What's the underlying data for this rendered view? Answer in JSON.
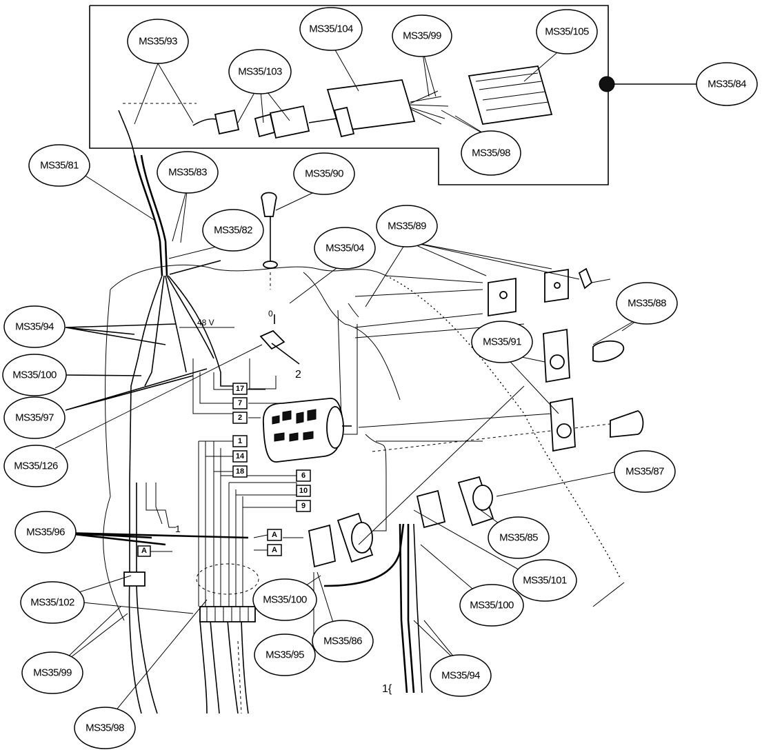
{
  "callouts": {
    "ms35_93": "MS35/93",
    "ms35_103": "MS35/103",
    "ms35_104": "MS35/104",
    "ms35_99_top": "MS35/99",
    "ms35_105": "MS35/105",
    "ms35_84": "MS35/84",
    "ms35_98_top": "MS35/98",
    "ms35_81": "MS35/81",
    "ms35_83": "MS35/83",
    "ms35_90": "MS35/90",
    "ms35_82": "MS35/82",
    "ms35_89": "MS35/89",
    "ms35_04": "MS35/04",
    "ms35_88": "MS35/88",
    "ms35_91": "MS35/91",
    "ms35_94_left": "MS35/94",
    "ms35_100_left": "MS35/100",
    "ms35_97": "MS35/97",
    "ms35_126": "MS35/126",
    "ms35_87": "MS35/87",
    "ms35_96": "MS35/96",
    "ms35_85": "MS35/85",
    "ms35_101": "MS35/101",
    "ms35_102": "MS35/102",
    "ms35_100_mid": "MS35/100",
    "ms35_100_right": "MS35/100",
    "ms35_86": "MS35/86",
    "ms35_95": "MS35/95",
    "ms35_99_bottom": "MS35/99",
    "ms35_94_bottom": "MS35/94",
    "ms35_98_bottom": "MS35/98"
  },
  "terminals": {
    "t17": "17",
    "t7": "7",
    "t2": "2",
    "t1": "1",
    "t14": "14",
    "t18": "18",
    "t6": "6",
    "t10": "10",
    "t9": "9",
    "a1": "A",
    "a2": "A",
    "a3": "A"
  },
  "annotations": {
    "voltage": "48 V",
    "switch_pos_0": "0",
    "switch_pos_2": "2",
    "wire_1_left": "1",
    "wire_1_bottom": "1{"
  }
}
